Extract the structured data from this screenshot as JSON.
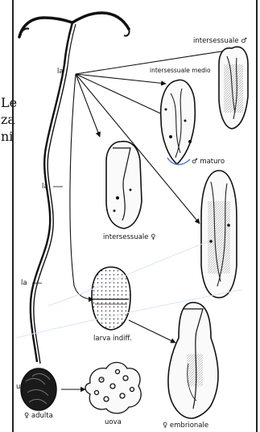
{
  "margin_text": [
    "Le",
    "za",
    "ni"
  ],
  "labels": {
    "la_top": "la",
    "la_mid": "la",
    "la_low": "la",
    "ut": "ut",
    "adulta": "♀ adulta",
    "uova": "uova",
    "intersessuale_male": "intersessuale ♂",
    "intersessuale_medio": "intersessuale medio",
    "maturo": "♂ maturo",
    "intersessuale_female": "intersessuale ♀",
    "larva_indiff": "larva indiff.",
    "embrionale": "♀ embrionale"
  }
}
